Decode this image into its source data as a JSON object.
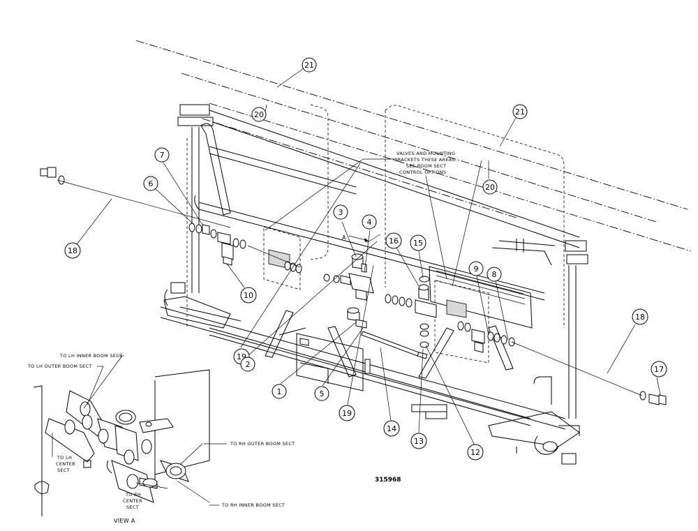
{
  "callouts": [
    {
      "id": "c1",
      "text": "1"
    },
    {
      "id": "c2",
      "text": "2"
    },
    {
      "id": "c3",
      "text": "3"
    },
    {
      "id": "c4",
      "text": "4"
    },
    {
      "id": "c5",
      "text": "5"
    },
    {
      "id": "c6",
      "text": "6"
    },
    {
      "id": "c7",
      "text": "7"
    },
    {
      "id": "c8",
      "text": "8"
    },
    {
      "id": "c9",
      "text": "9"
    },
    {
      "id": "c10",
      "text": "10"
    },
    {
      "id": "c12",
      "text": "12"
    },
    {
      "id": "c13",
      "text": "13"
    },
    {
      "id": "c14",
      "text": "14"
    },
    {
      "id": "c15",
      "text": "15"
    },
    {
      "id": "c16",
      "text": "16"
    },
    {
      "id": "c17",
      "text": "17"
    },
    {
      "id": "c18a",
      "text": "18"
    },
    {
      "id": "c18b",
      "text": "18"
    },
    {
      "id": "c19a",
      "text": "19"
    },
    {
      "id": "c19b",
      "text": "19"
    },
    {
      "id": "c20a",
      "text": "20"
    },
    {
      "id": "c20b",
      "text": "20"
    },
    {
      "id": "c21a",
      "text": "21"
    },
    {
      "id": "c21b",
      "text": "21"
    }
  ],
  "note": {
    "line1": "VALVES AND MOUNTING",
    "line2": "BRACKETS THESE AREAS,",
    "line3": "SEE BOOM SECT",
    "line4": "CONTROL OPTIONS"
  },
  "view_marker": "A",
  "view_a": {
    "lh_inner": "TO LH INNER BOOM SECT",
    "lh_outer": "TO LH OUTER BOOM SECT",
    "lh_center_1": "TO LH",
    "lh_center_2": "CENTER",
    "lh_center_3": "SECT",
    "rh_outer": "TO RH OUTER BOOM SECT",
    "rh_center_1": "TO RH",
    "rh_center_2": "CENTER",
    "rh_center_3": "SECT",
    "rh_inner": "TO RH INNER BOOM SECT",
    "caption": "VIEW A"
  },
  "drawing_number": "315968"
}
